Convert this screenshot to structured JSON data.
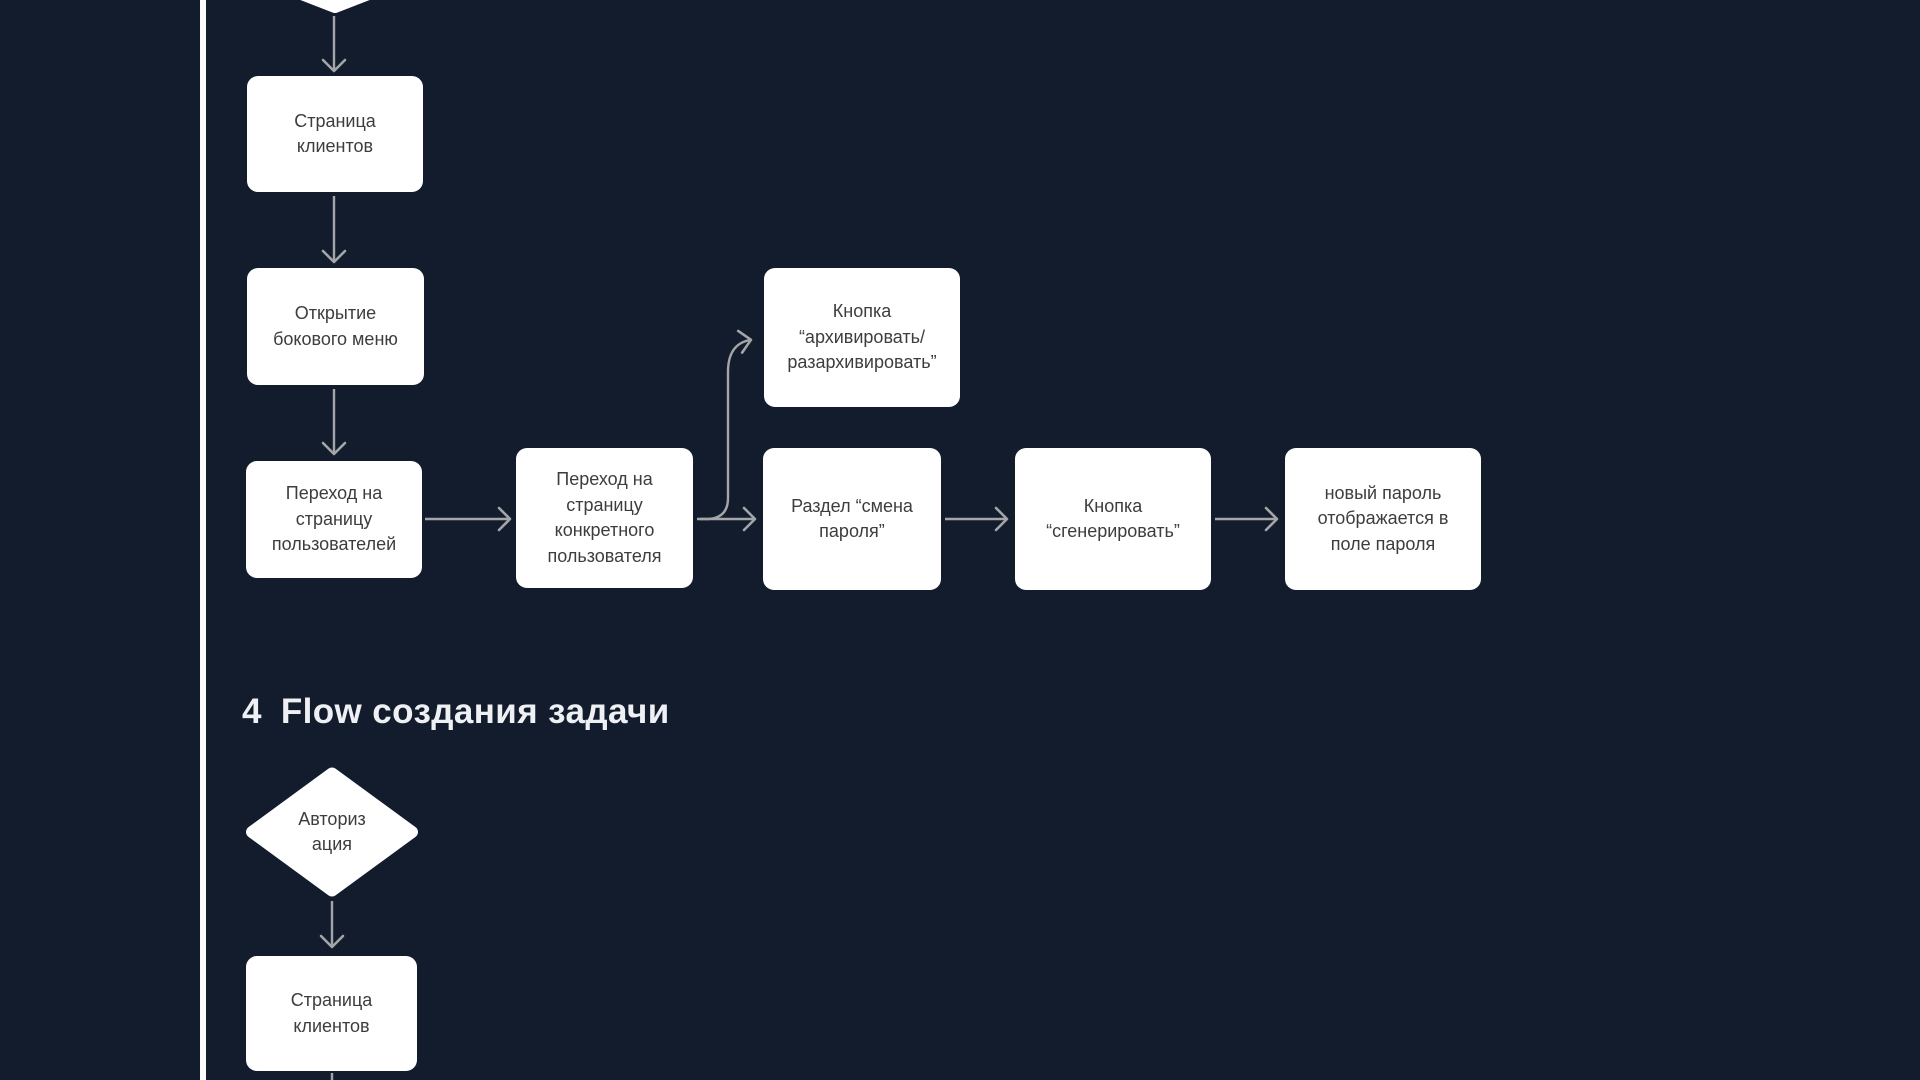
{
  "canvas": {
    "background": "#131c2d",
    "page_edge_color": "#fcfcfd",
    "connector_color": "#a3a5a8",
    "node_fill": "#ffffff",
    "node_text_color": "#3c3d3f",
    "heading_color": "#eef0f3"
  },
  "heading": {
    "number": "4",
    "title": "Flow создания задачи"
  },
  "password_flow": {
    "nodes": {
      "clients_page": "Страница\nклиентов",
      "open_side_menu": "Открытие\nбокового меню",
      "go_to_users_page": "Переход на\nстраницу\nпользователей",
      "go_to_user_page": "Переход на\nстраницу\nконкретного\nпользователя",
      "archive_button": "Кнопка\n“архивировать/\nразархивировать”",
      "change_password_section": "Раздел “смена\nпароля”",
      "generate_button": "Кнопка\n“сгенерировать”",
      "new_password_field": "новый пароль\nотображается в\nполе пароля"
    },
    "edges": [
      {
        "from": "start-offscreen-decision",
        "to": "clients_page"
      },
      {
        "from": "clients_page",
        "to": "open_side_menu"
      },
      {
        "from": "open_side_menu",
        "to": "go_to_users_page"
      },
      {
        "from": "go_to_users_page",
        "to": "go_to_user_page"
      },
      {
        "from": "go_to_user_page",
        "to": "archive_button"
      },
      {
        "from": "go_to_user_page",
        "to": "change_password_section"
      },
      {
        "from": "change_password_section",
        "to": "generate_button"
      },
      {
        "from": "generate_button",
        "to": "new_password_field"
      }
    ]
  },
  "task_flow": {
    "nodes": {
      "authorization": "Авториз\nация",
      "clients_page": "Страница\nклиентов"
    },
    "edges": [
      {
        "from": "authorization",
        "to": "clients_page"
      },
      {
        "from": "clients_page",
        "to": "offscreen-below"
      }
    ]
  }
}
